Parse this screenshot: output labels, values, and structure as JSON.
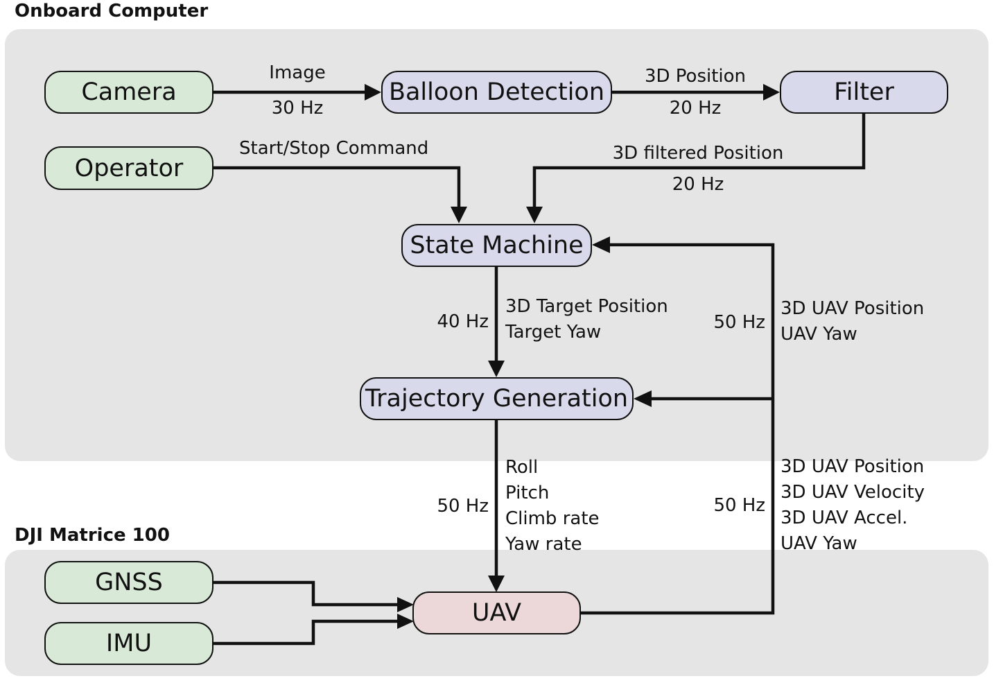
{
  "groups": {
    "onboard": {
      "title": "Onboard Computer"
    },
    "dji": {
      "title": "DJI Matrice 100"
    }
  },
  "nodes": {
    "camera": "Camera",
    "operator": "Operator",
    "balloon_detection": "Balloon Detection",
    "filter": "Filter",
    "state_machine": "State Machine",
    "trajectory_generation": "Trajectory Generation",
    "gnss": "GNSS",
    "imu": "IMU",
    "uav": "UAV"
  },
  "edges": {
    "camera_to_detection": {
      "label": "Image",
      "rate": "30 Hz"
    },
    "detection_to_filter": {
      "label": "3D Position",
      "rate": "20 Hz"
    },
    "operator_to_state": {
      "label": "Start/Stop Command"
    },
    "filter_to_state": {
      "label": "3D filtered Position",
      "rate": "20 Hz"
    },
    "state_to_traj": {
      "rate": "40 Hz",
      "lines": [
        "3D Target Position",
        "Target Yaw"
      ]
    },
    "uav_to_state": {
      "rate": "50 Hz",
      "lines": [
        "3D UAV Position",
        "UAV Yaw"
      ]
    },
    "traj_to_uav": {
      "rate": "50 Hz",
      "lines": [
        "Roll",
        "Pitch",
        "Climb rate",
        "Yaw rate"
      ]
    },
    "uav_to_traj": {
      "rate": "50 Hz",
      "lines": [
        "3D UAV Position",
        "3D UAV Velocity",
        "3D UAV Accel.",
        "UAV Yaw"
      ]
    }
  },
  "colors": {
    "sensor_node": "#d8ead7",
    "processing_node": "#d8d9eb",
    "vehicle_node": "#ecd8d9",
    "group_background": "#e5e5e5"
  }
}
